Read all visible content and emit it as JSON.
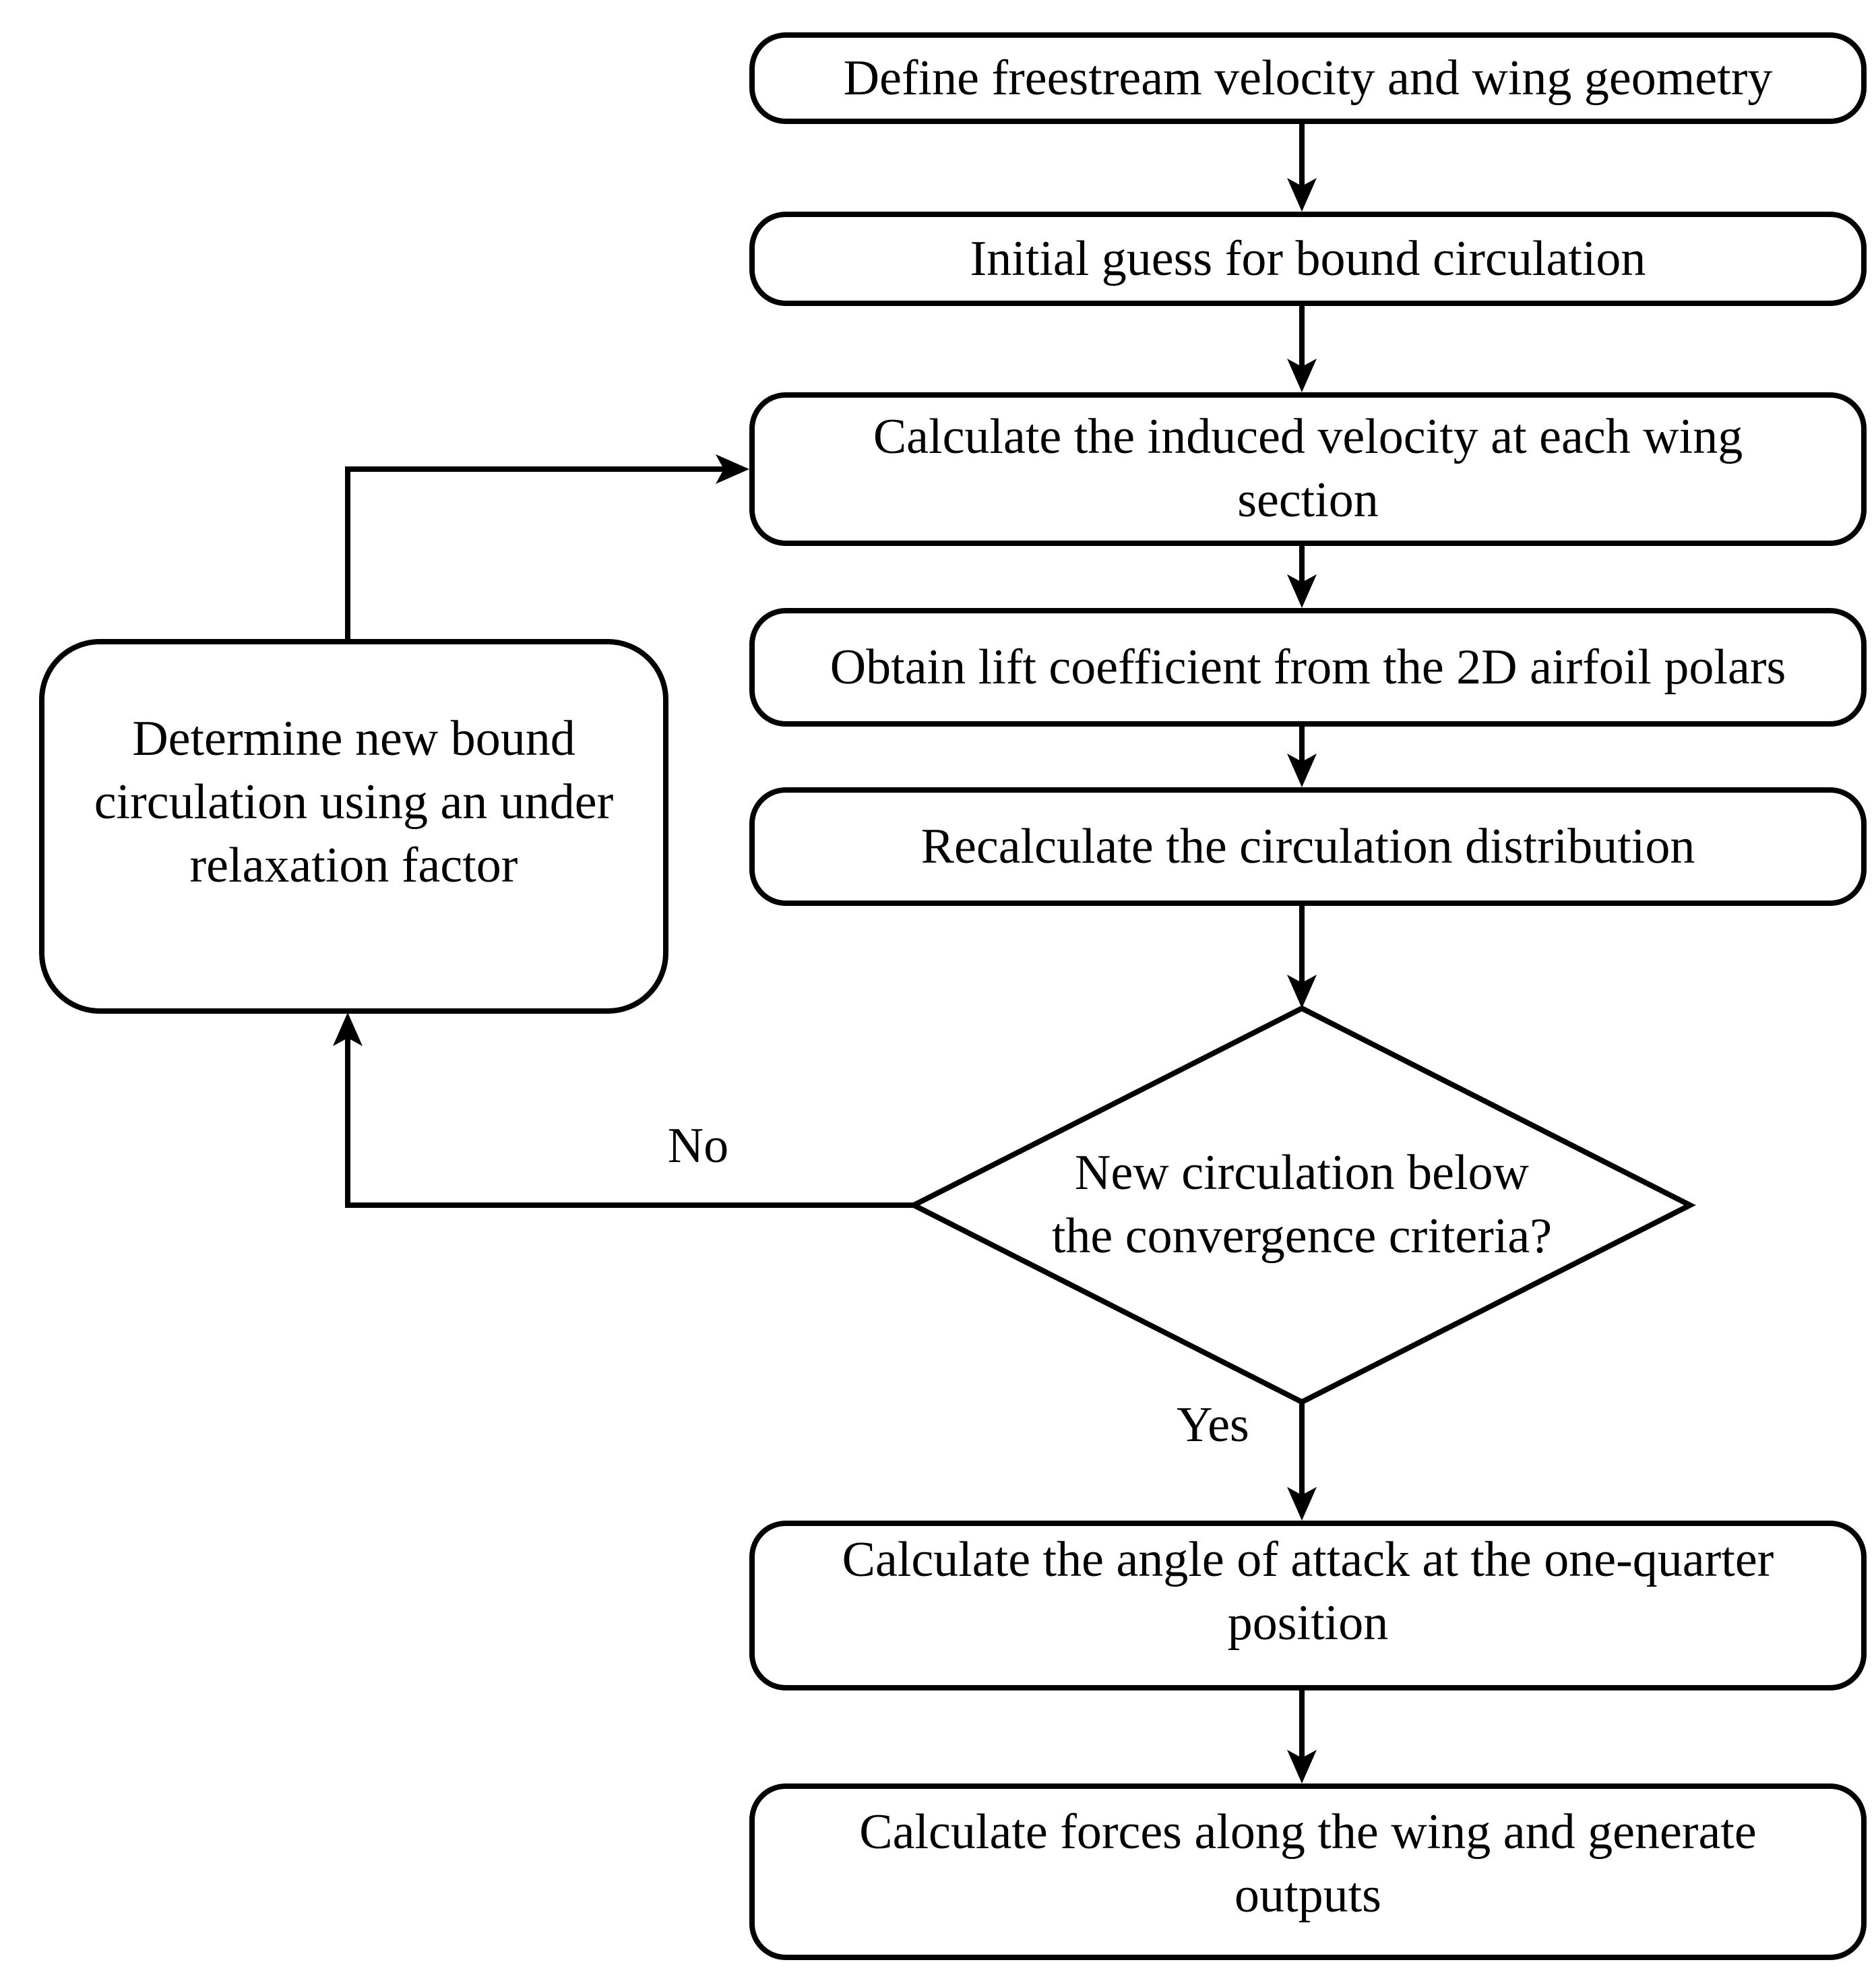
{
  "figure": {
    "type": "flowchart",
    "description": "Iterative solution procedure flowchart"
  },
  "colors": {
    "line": "#000000",
    "node_fill": "#ffffff",
    "text": "#000000",
    "background": "#ffffff"
  },
  "nodes": {
    "define": {
      "shape": "rounded-rectangle",
      "lines": [
        "Define freestream velocity and wing geometry"
      ]
    },
    "initial": {
      "shape": "rounded-rectangle",
      "lines": [
        "Initial guess for bound circulation"
      ]
    },
    "induced": {
      "shape": "rounded-rectangle",
      "lines": [
        "Calculate the induced velocity at each wing",
        "section"
      ]
    },
    "lift": {
      "shape": "rounded-rectangle",
      "lines": [
        "Obtain lift coefficient from the 2D airfoil polars"
      ]
    },
    "recalc": {
      "shape": "rounded-rectangle",
      "lines": [
        "Recalculate the circulation distribution"
      ]
    },
    "decision": {
      "shape": "diamond",
      "lines": [
        "New circulation below",
        "the convergence criteria?"
      ]
    },
    "underrelax": {
      "shape": "rounded-rectangle",
      "lines": [
        "Determine new bound",
        "circulation using an under",
        "relaxation factor"
      ]
    },
    "aoa": {
      "shape": "rounded-rectangle",
      "lines": [
        "Calculate the angle of attack at the one-quarter",
        "position"
      ]
    },
    "forces": {
      "shape": "rounded-rectangle",
      "lines": [
        "Calculate forces along the wing and generate",
        "outputs"
      ]
    }
  },
  "edges": [
    {
      "from": "define",
      "to": "initial",
      "label": ""
    },
    {
      "from": "initial",
      "to": "induced",
      "label": ""
    },
    {
      "from": "induced",
      "to": "lift",
      "label": ""
    },
    {
      "from": "lift",
      "to": "recalc",
      "label": ""
    },
    {
      "from": "recalc",
      "to": "decision",
      "label": ""
    },
    {
      "from": "decision",
      "to": "underrelax",
      "label": "No"
    },
    {
      "from": "underrelax",
      "to": "induced",
      "label": ""
    },
    {
      "from": "decision",
      "to": "aoa",
      "label": "Yes"
    },
    {
      "from": "aoa",
      "to": "forces",
      "label": ""
    }
  ]
}
